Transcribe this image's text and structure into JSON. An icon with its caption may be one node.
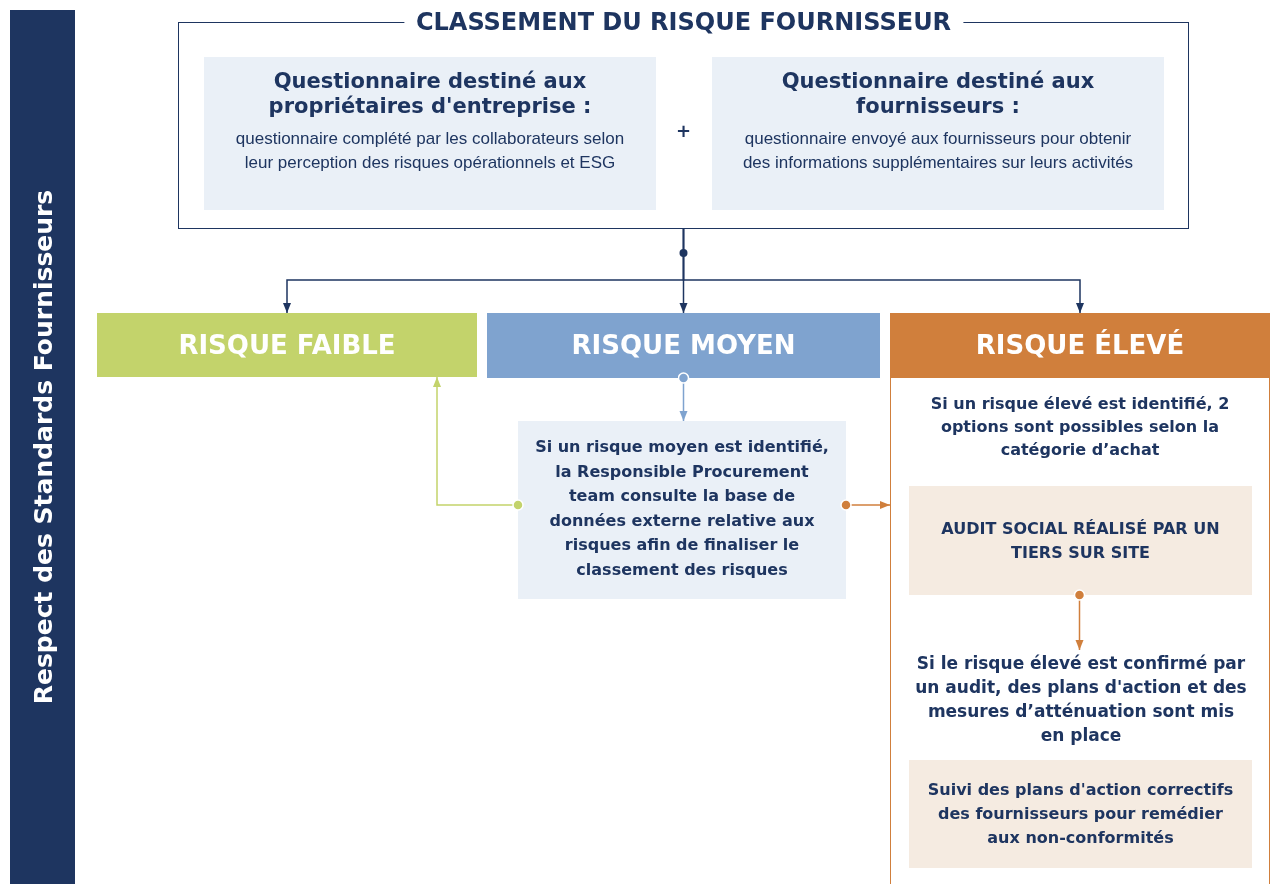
{
  "diagram": {
    "nodes": [
      {
        "text": [
          "Respect des Standards Fournisseurs"
        ]
      },
      {
        "text": [
          "CLASSEMENT DU RISQUE FOURNISSEUR"
        ]
      },
      {
        "text": [
          "Questionnaire destiné aux propriétaires d'entreprise :",
          "questionnaire complété par les collaborateurs selon leur perception des risques opérationnels et ESG"
        ],
        "in": 1
      },
      {
        "text": [
          "Questionnaire destiné aux fournisseurs :",
          "questionnaire envoyé aux fournisseurs pour obtenir des informations supplémentaires sur leurs activités"
        ],
        "in": 1
      },
      {
        "text": [
          "RISQUE FAIBLE"
        ]
      },
      {
        "text": [
          "RISQUE MOYEN"
        ]
      },
      {
        "text": [
          "RISQUE ÉLEVÉ",
          "Si un risque élevé est identifié, 2 options sont possibles selon la catégorie d’achat"
        ]
      },
      {
        "text": [
          "Si un risque moyen est identifié, la Responsible Procurement team consulte la base de données externe relative aux risques afin de finaliser le classement des risques"
        ]
      },
      {
        "text": [
          "AUDIT SOCIAL RÉALISÉ PAR UN TIERS SUR SITE"
        ],
        "in": 6
      },
      {
        "text": [
          "Si le risque élevé est confirmé par un audit, des plans d'action et des mesures d’atténuation sont mis en place"
        ],
        "in": 6
      },
      {
        "text": [
          "Suivi des plans d'action correctifs des fournisseurs pour remédier aux non-conformités"
        ],
        "in": 6
      }
    ],
    "edges": [
      {
        "from": 1,
        "to": 4,
        "arrow": "to"
      },
      {
        "from": 1,
        "to": 5,
        "arrow": "to"
      },
      {
        "from": 1,
        "to": 6,
        "arrow": "to"
      },
      {
        "from": 5,
        "to": 7,
        "arrow": "to",
        "color": "#7fa3cf"
      },
      {
        "from": 7,
        "to": 4,
        "arrow": "to",
        "color": "#c3d36b"
      },
      {
        "from": 7,
        "to": 6,
        "arrow": "to",
        "color": "#d07f3c"
      },
      {
        "from": 8,
        "to": 9,
        "arrow": "to",
        "color": "#d07f3c"
      }
    ],
    "labels": [
      "+"
    ]
  }
}
